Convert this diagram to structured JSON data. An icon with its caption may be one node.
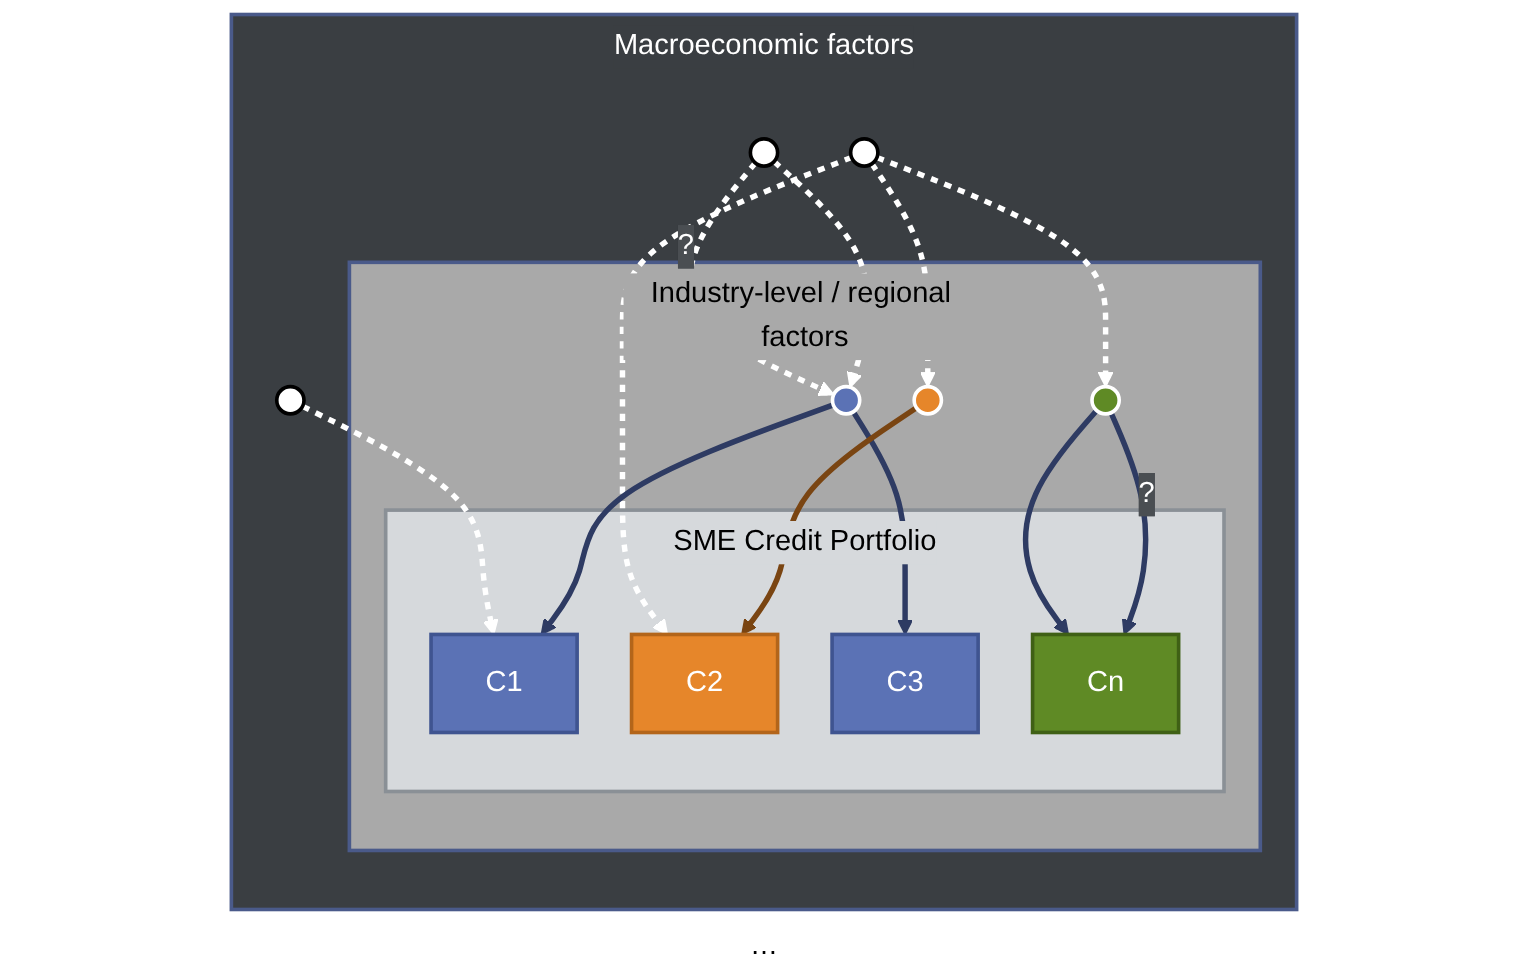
{
  "diagram": {
    "nodes": [
      {
        "text": [
          "Macroeconomic factors"
        ]
      },
      {
        "text": [],
        "shape": "circle",
        "in": 0
      },
      {
        "text": [],
        "shape": "circle",
        "in": 0
      },
      {
        "text": [],
        "shape": "circle",
        "in": 0
      },
      {
        "text": [
          "Industry-level / regional factors"
        ],
        "in": 0
      },
      {
        "text": [],
        "shape": "circle",
        "in": 4
      },
      {
        "text": [],
        "shape": "circle",
        "in": 4
      },
      {
        "text": [],
        "shape": "circle",
        "in": 4
      },
      {
        "text": [
          "SME Credit Portfolio"
        ],
        "in": 4
      },
      {
        "text": [
          "C1"
        ],
        "in": 8
      },
      {
        "text": [
          "C2"
        ],
        "in": 8
      },
      {
        "text": [
          "C3"
        ],
        "in": 8
      },
      {
        "text": [
          "Cn"
        ],
        "in": 8
      }
    ],
    "edges": [
      {
        "from": 1,
        "to": 5,
        "arrow": "to",
        "style": "dashed",
        "label": "?"
      },
      {
        "from": 1,
        "to": 5,
        "arrow": "to",
        "style": "dashed"
      },
      {
        "from": 2,
        "to": 9,
        "arrow": "to",
        "style": "dashed"
      },
      {
        "from": 3,
        "to": 10,
        "arrow": "to",
        "style": "dashed"
      },
      {
        "from": 3,
        "to": 6,
        "arrow": "to",
        "style": "dashed"
      },
      {
        "from": 3,
        "to": 7,
        "arrow": "to",
        "style": "dashed"
      },
      {
        "from": 5,
        "to": 9,
        "arrow": "to",
        "color": "#2e3b63"
      },
      {
        "from": 5,
        "to": 11,
        "arrow": "to",
        "color": "#2e3b63"
      },
      {
        "from": 6,
        "to": 10,
        "arrow": "to",
        "color": "#7a4512"
      },
      {
        "from": 7,
        "to": 12,
        "arrow": "to",
        "color": "#2e3b63"
      },
      {
        "from": 7,
        "to": 12,
        "arrow": "to",
        "color": "#2e3b63",
        "label": "?"
      }
    ],
    "labels": [
      "…"
    ]
  }
}
